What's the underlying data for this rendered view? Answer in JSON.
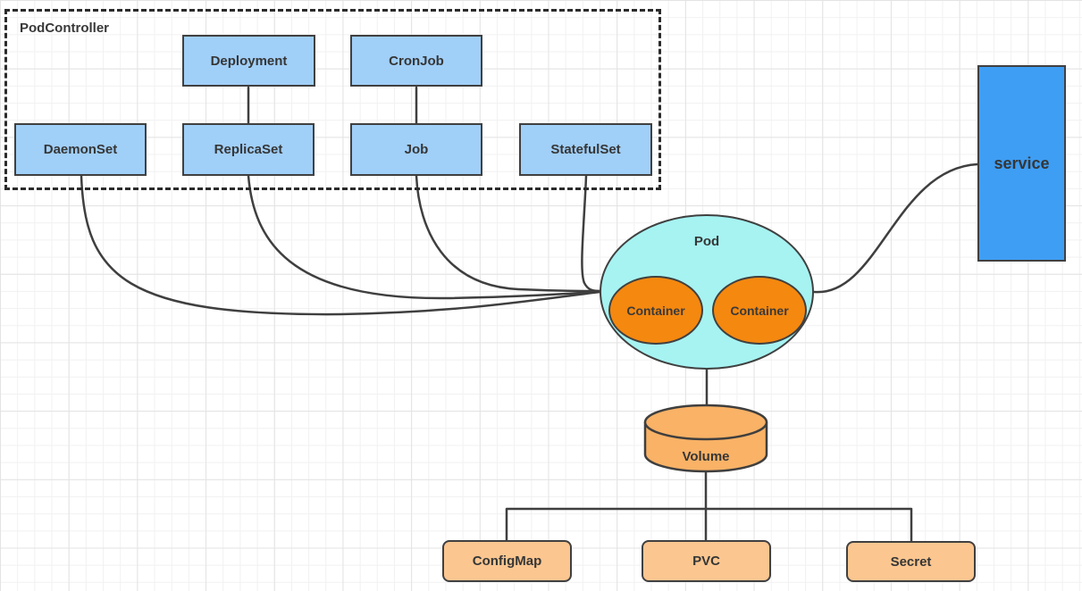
{
  "diagram": {
    "group": {
      "title": "PodController"
    },
    "controllers": [
      {
        "id": "deployment",
        "label": "Deployment"
      },
      {
        "id": "cronjob",
        "label": "CronJob"
      },
      {
        "id": "daemonset",
        "label": "DaemonSet"
      },
      {
        "id": "replicaset",
        "label": "ReplicaSet"
      },
      {
        "id": "job",
        "label": "Job"
      },
      {
        "id": "statefulset",
        "label": "StatefulSet"
      }
    ],
    "pod": {
      "label": "Pod",
      "containers": [
        "Container",
        "Container"
      ]
    },
    "service": {
      "label": "service"
    },
    "volume": {
      "label": "Volume"
    },
    "storage": [
      {
        "id": "configmap",
        "label": "ConfigMap"
      },
      {
        "id": "pvc",
        "label": "PVC"
      },
      {
        "id": "secret",
        "label": "Secret"
      }
    ],
    "edges": [
      {
        "from": "Deployment",
        "to": "ReplicaSet"
      },
      {
        "from": "CronJob",
        "to": "Job"
      },
      {
        "from": "DaemonSet",
        "to": "Pod"
      },
      {
        "from": "ReplicaSet",
        "to": "Pod"
      },
      {
        "from": "Job",
        "to": "Pod"
      },
      {
        "from": "StatefulSet",
        "to": "Pod"
      },
      {
        "from": "Pod",
        "to": "service"
      },
      {
        "from": "Pod",
        "to": "Volume"
      },
      {
        "from": "Volume",
        "to": "ConfigMap"
      },
      {
        "from": "Volume",
        "to": "PVC"
      },
      {
        "from": "Volume",
        "to": "Secret"
      }
    ],
    "colors": {
      "controller_fill": "#A0CFF8",
      "service_fill": "#3E9EF4",
      "pod_fill": "#A6F3F2",
      "container_fill": "#F5880F",
      "volume_fill": "#F9B266",
      "storage_fill": "#FBC690",
      "line": "#3F3F3F",
      "border": "#404040",
      "dashed_border": "#2B2B2B"
    }
  }
}
